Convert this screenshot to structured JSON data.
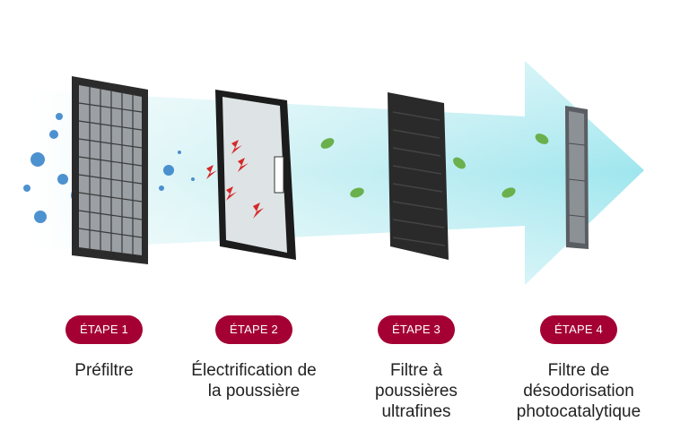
{
  "diagram": {
    "type": "air-purifier-filtration-stages",
    "accent_color": "#a50034",
    "arrow_color": "#bfeef2",
    "steps": [
      {
        "badge": "ÉTAPE 1",
        "label_lines": [
          "Préfiltre"
        ],
        "icon": "prefilter-mesh-icon"
      },
      {
        "badge": "ÉTAPE 2",
        "label_lines": [
          "Électrification de",
          "la poussière"
        ],
        "icon": "electrification-filter-icon"
      },
      {
        "badge": "ÉTAPE 3",
        "label_lines": [
          "Filtre à",
          "poussières",
          "ultrafines"
        ],
        "icon": "ultrafine-dust-filter-icon"
      },
      {
        "badge": "ÉTAPE 4",
        "label_lines": [
          "Filtre de",
          "désodorisation",
          "photocatalytique"
        ],
        "icon": "photocatalytic-filter-icon"
      }
    ]
  }
}
